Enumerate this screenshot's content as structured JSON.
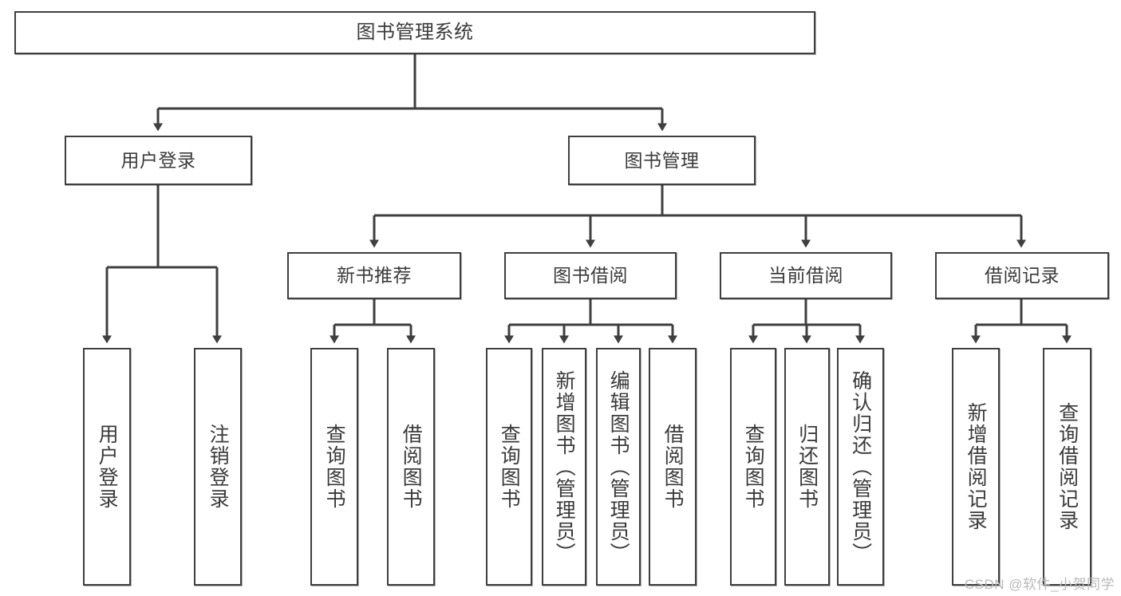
{
  "diagram": {
    "title": "图书管理系统",
    "type": "tree-hierarchy-chart",
    "watermark": "CSDN @软件_小贺同学",
    "root": {
      "label": "图书管理系统"
    },
    "level2": [
      {
        "label": "用户登录"
      },
      {
        "label": "图书管理"
      }
    ],
    "level3": [
      {
        "label": "新书推荐"
      },
      {
        "label": "图书借阅"
      },
      {
        "label": "当前借阅"
      },
      {
        "label": "借阅记录"
      }
    ],
    "leaves": {
      "user_login": [
        {
          "label": "用户登录"
        },
        {
          "label": "注销登录"
        }
      ],
      "new_book_recommend": [
        {
          "label": "查询图书"
        },
        {
          "label": "借阅图书"
        }
      ],
      "book_borrow": [
        {
          "label": "查询图书"
        },
        {
          "label": "新增图书（管理员）"
        },
        {
          "label": "编辑图书（管理员）"
        },
        {
          "label": "借阅图书"
        }
      ],
      "current_borrow": [
        {
          "label": "查询图书"
        },
        {
          "label": "归还图书"
        },
        {
          "label": "确认归还（管理员）"
        }
      ],
      "borrow_record": [
        {
          "label": "新增借阅记录"
        },
        {
          "label": "查询借阅记录"
        }
      ]
    },
    "colors": {
      "stroke": "#3f3f3f",
      "fill": "#ffffff",
      "text": "#3a3a3a",
      "watermark": "#b9b9b9"
    }
  }
}
